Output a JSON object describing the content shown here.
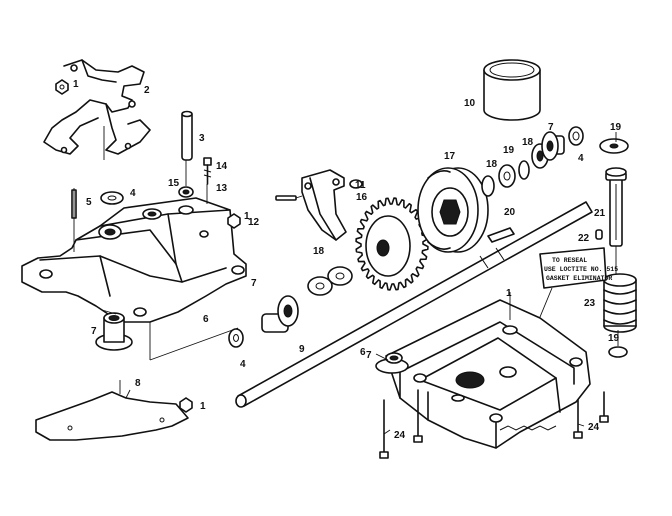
{
  "callouts": [
    {
      "id": "c1a",
      "label": "1"
    },
    {
      "id": "c2",
      "label": "2"
    },
    {
      "id": "c3",
      "label": "3"
    },
    {
      "id": "c4a",
      "label": "4"
    },
    {
      "id": "c5",
      "label": "5"
    },
    {
      "id": "c15",
      "label": "15"
    },
    {
      "id": "c14",
      "label": "14"
    },
    {
      "id": "c13",
      "label": "13"
    },
    {
      "id": "c1b",
      "label": "1"
    },
    {
      "id": "c12",
      "label": "12"
    },
    {
      "id": "c11",
      "label": "11"
    },
    {
      "id": "c16",
      "label": "16"
    },
    {
      "id": "c18a",
      "label": "18"
    },
    {
      "id": "c7a",
      "label": "7"
    },
    {
      "id": "c6a",
      "label": "6"
    },
    {
      "id": "c7b",
      "label": "7"
    },
    {
      "id": "c4b",
      "label": "4"
    },
    {
      "id": "c9",
      "label": "9"
    },
    {
      "id": "c8",
      "label": "8"
    },
    {
      "id": "c1c",
      "label": "1"
    },
    {
      "id": "c10",
      "label": "10"
    },
    {
      "id": "c17",
      "label": "17"
    },
    {
      "id": "c18b",
      "label": "18"
    },
    {
      "id": "c19a",
      "label": "19"
    },
    {
      "id": "c18c",
      "label": "18"
    },
    {
      "id": "c7c",
      "label": "7"
    },
    {
      "id": "c4c",
      "label": "4"
    },
    {
      "id": "c19b",
      "label": "19"
    },
    {
      "id": "c20",
      "label": "20"
    },
    {
      "id": "c21",
      "label": "21"
    },
    {
      "id": "c22",
      "label": "22"
    },
    {
      "id": "c23",
      "label": "23"
    },
    {
      "id": "c1d",
      "label": "1"
    },
    {
      "id": "c19c",
      "label": "19"
    },
    {
      "id": "c7d",
      "label": "7"
    },
    {
      "id": "c6b",
      "label": "6"
    },
    {
      "id": "c24a",
      "label": "24"
    },
    {
      "id": "c24b",
      "label": "24"
    }
  ],
  "note": {
    "line1": "TO RESEAL",
    "line2": "USE LOCTITE NO. 515",
    "line3": "GASKET ELIMINATOR"
  }
}
